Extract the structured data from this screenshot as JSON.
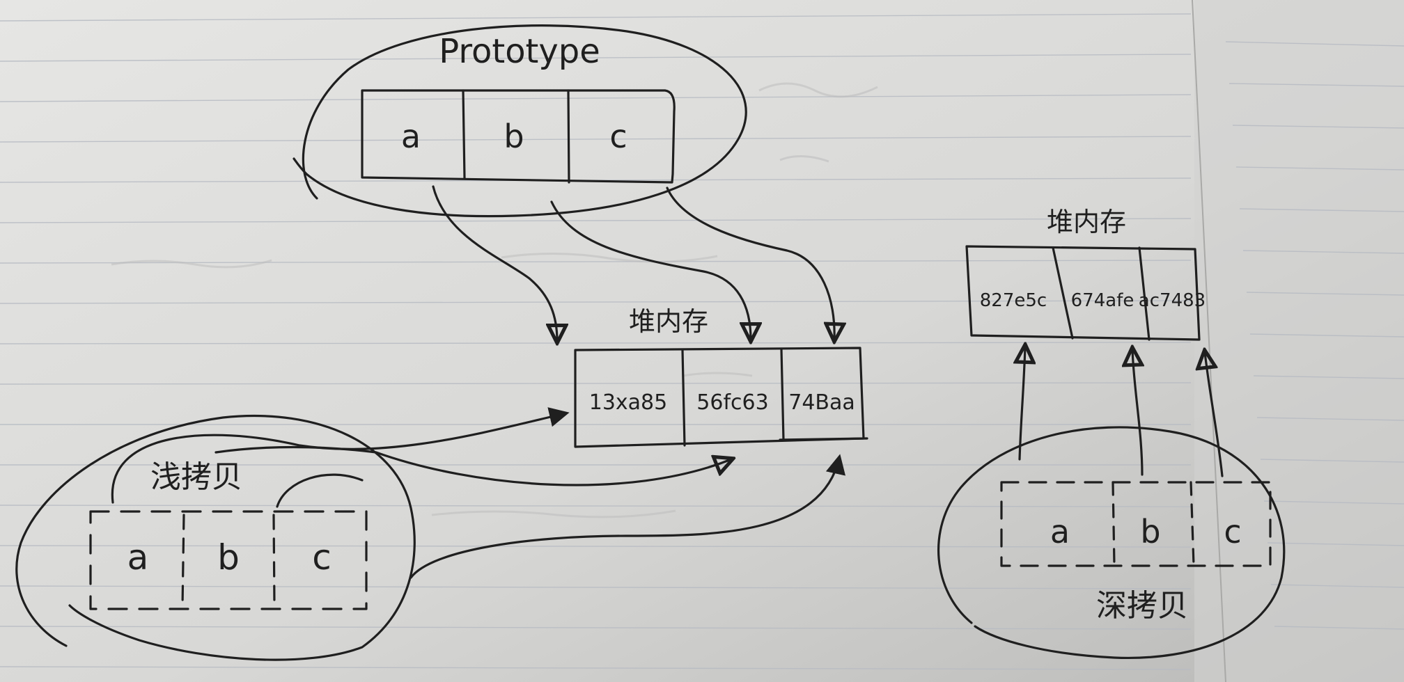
{
  "prototype": {
    "title": "Prototype",
    "cells": [
      "a",
      "b",
      "c"
    ]
  },
  "heap_shallow": {
    "title": "堆内存",
    "cells": [
      "13xa85",
      "56fc63",
      "74Baa"
    ]
  },
  "shallow_copy": {
    "title": "浅拷贝",
    "cells": [
      "a",
      "b",
      "c"
    ]
  },
  "heap_deep": {
    "title": "堆内存",
    "cells": [
      "827e5c",
      "674afe",
      "ac7483"
    ]
  },
  "deep_copy": {
    "title": "深拷贝",
    "cells": [
      "a",
      "b",
      "c"
    ]
  },
  "colors": {
    "paper": "#dcdcda",
    "ink": "#1f1f1f",
    "rule": "#b9bcc4",
    "margin": "#c9a6a6"
  }
}
